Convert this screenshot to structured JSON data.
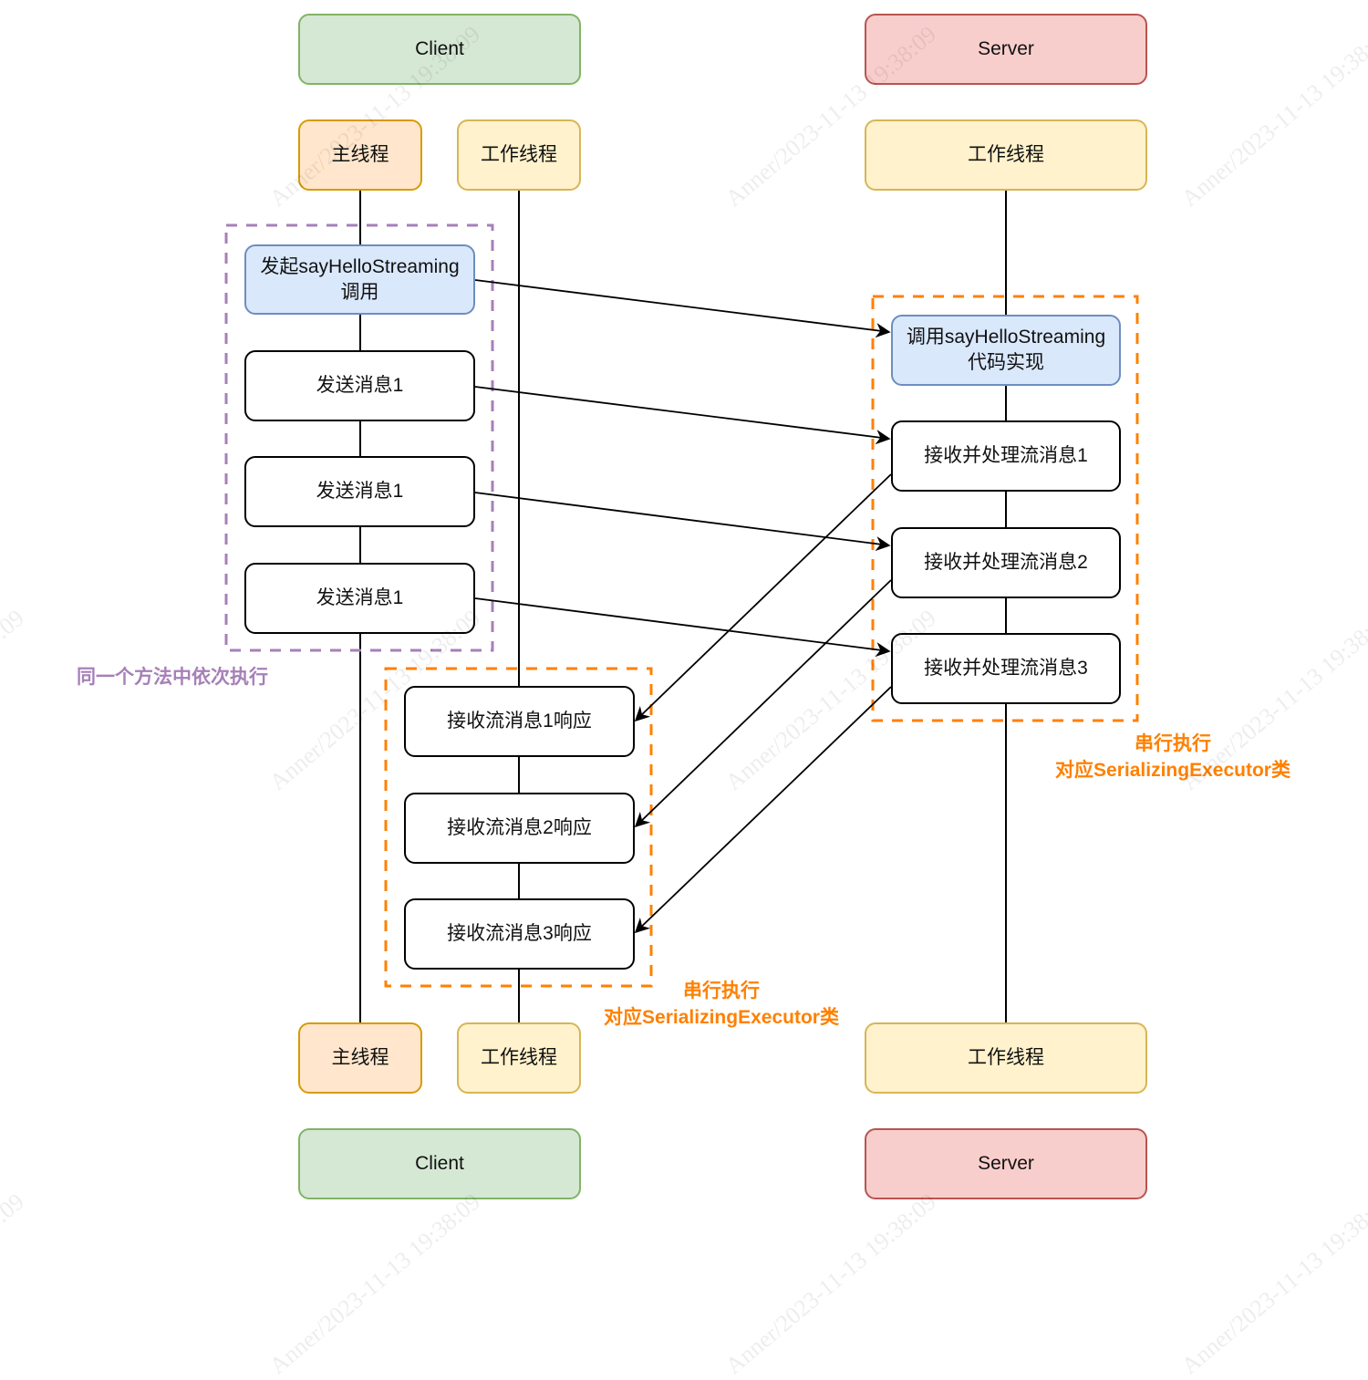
{
  "colors": {
    "client_fill": "#d5e8d4",
    "client_stroke": "#82b366",
    "server_fill": "#f8cecc",
    "server_stroke": "#b85450",
    "main_thread_fill": "#ffe6cc",
    "main_thread_stroke": "#d79b00",
    "worker_thread_fill": "#fff2cc",
    "worker_thread_stroke": "#d6b656",
    "call_fill": "#dae8fc",
    "call_stroke": "#6c8ebf",
    "group_purple": "#a680b8",
    "group_orange": "#ff8000"
  },
  "header": {
    "client": "Client",
    "server": "Server",
    "client_main_thread": "主线程",
    "client_worker_thread": "工作线程",
    "server_worker_thread": "工作线程"
  },
  "footer": {
    "client": "Client",
    "server": "Server",
    "client_main_thread": "主线程",
    "client_worker_thread": "工作线程",
    "server_worker_thread": "工作线程"
  },
  "client_main": {
    "start_call_line1": "发起sayHelloStreaming",
    "start_call_line2": "调用",
    "send_messages": [
      "发送消息1",
      "发送消息1",
      "发送消息1"
    ]
  },
  "client_worker": {
    "responses": [
      "接收流消息1响应",
      "接收流消息2响应",
      "接收流消息3响应"
    ]
  },
  "server_worker": {
    "impl_line1": "调用sayHelloStreaming",
    "impl_line2": "代码实现",
    "process": [
      "接收并处理流消息1",
      "接收并处理流消息2",
      "接收并处理流消息3"
    ]
  },
  "annotations": {
    "same_method": "同一个方法中依次执行",
    "server_serial_line1": "串行执行",
    "server_serial_line2": "对应SerializingExecutor类",
    "client_serial_line1": "串行执行",
    "client_serial_line2": "对应SerializingExecutor类"
  },
  "watermark": "Anner/2023-11-13 19:38:09"
}
